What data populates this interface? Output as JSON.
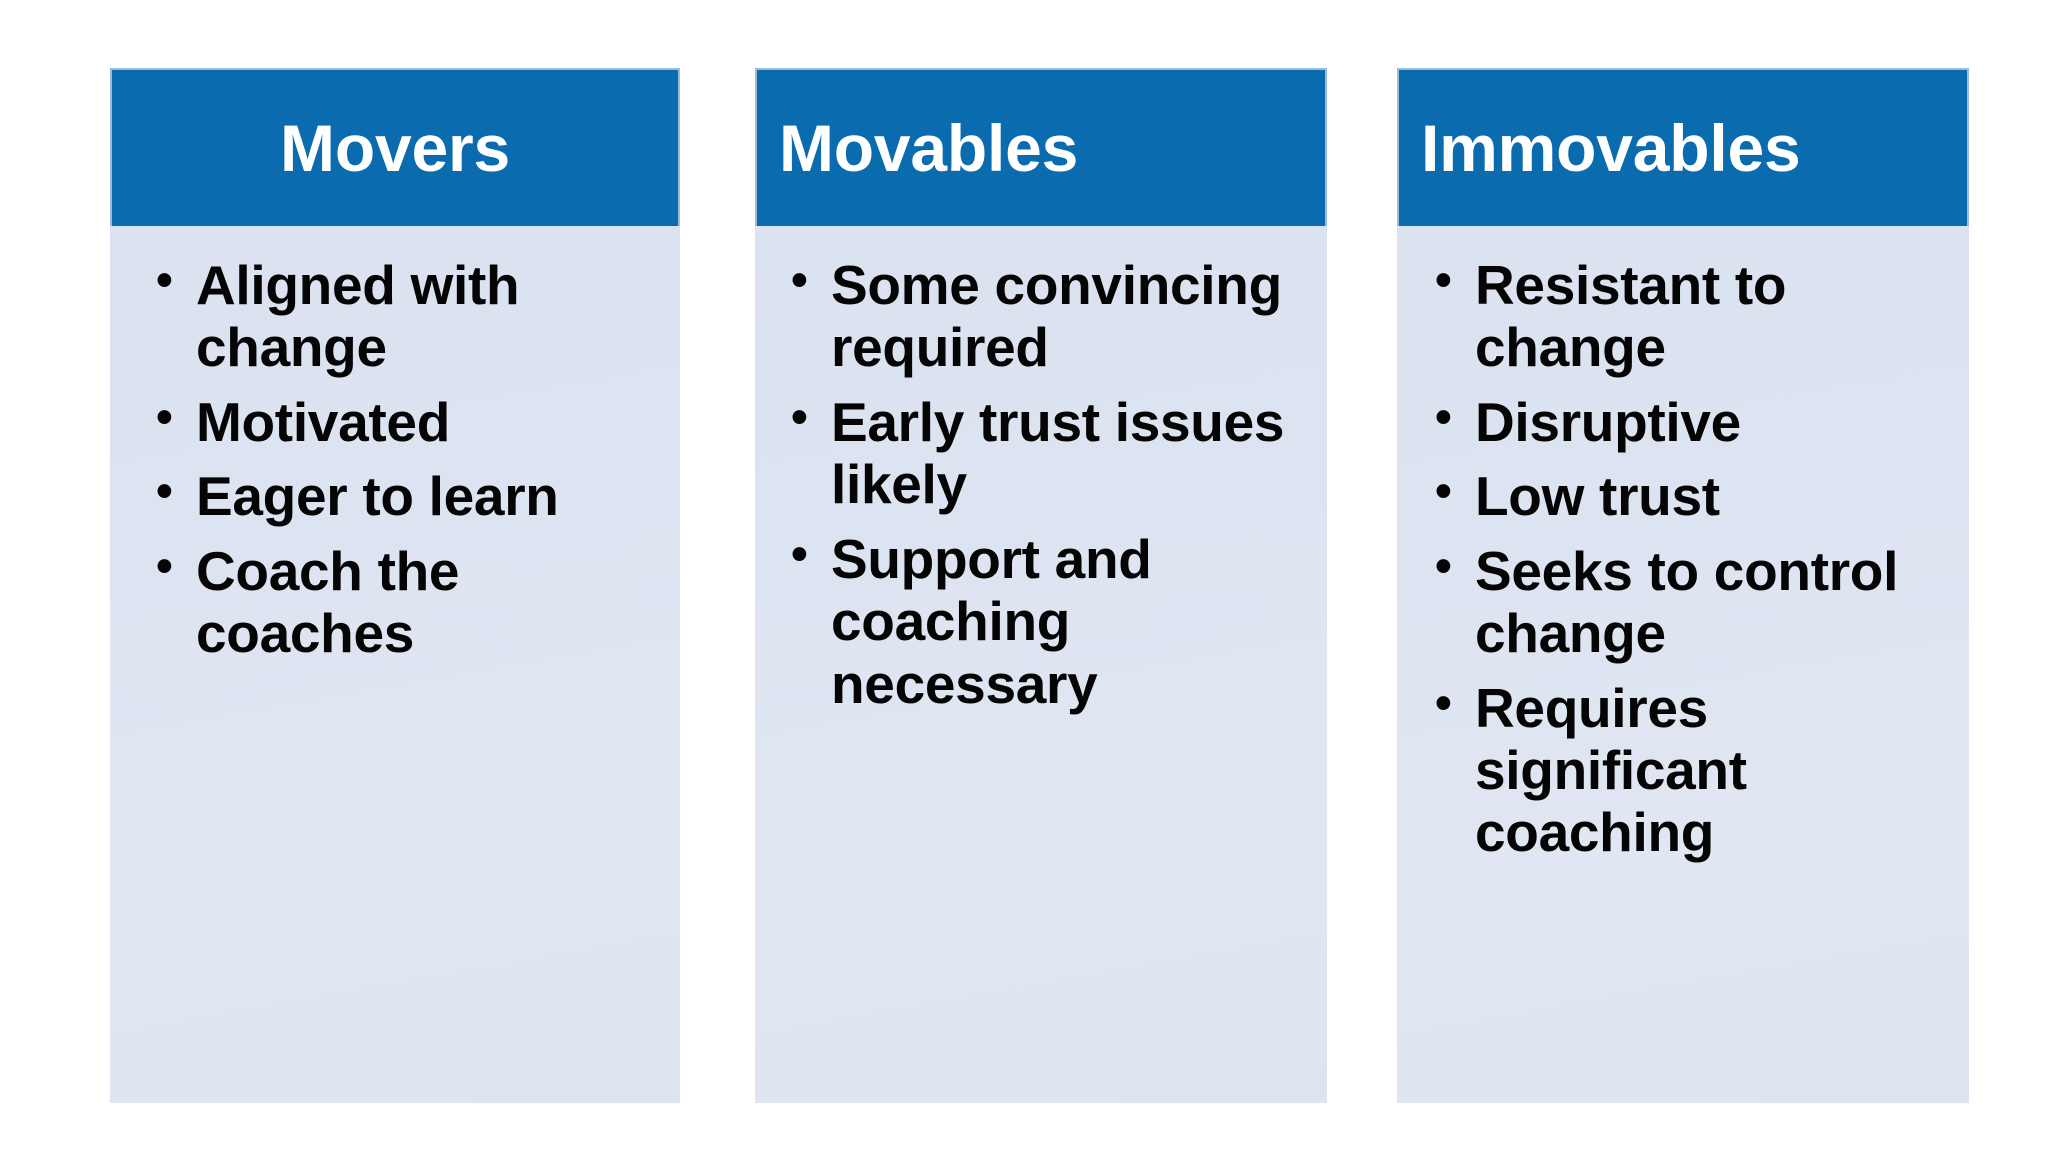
{
  "colors": {
    "header_blue": "#0A6CAE",
    "body_light": "#dde4f1",
    "header_text": "#ffffff",
    "body_text": "#050505",
    "page_background": "#ffffff"
  },
  "columns": [
    {
      "title": "Movers",
      "bullets": [
        "Aligned with change",
        "Motivated",
        "Eager to learn",
        "Coach the coaches"
      ]
    },
    {
      "title": "Movables",
      "bullets": [
        "Some convincing required",
        "Early trust issues likely",
        "Support and coaching necessary"
      ]
    },
    {
      "title": "Immovables",
      "bullets": [
        "Resistant to change",
        "Disruptive",
        "Low trust",
        "Seeks to control change",
        "Requires significant coaching"
      ]
    }
  ]
}
